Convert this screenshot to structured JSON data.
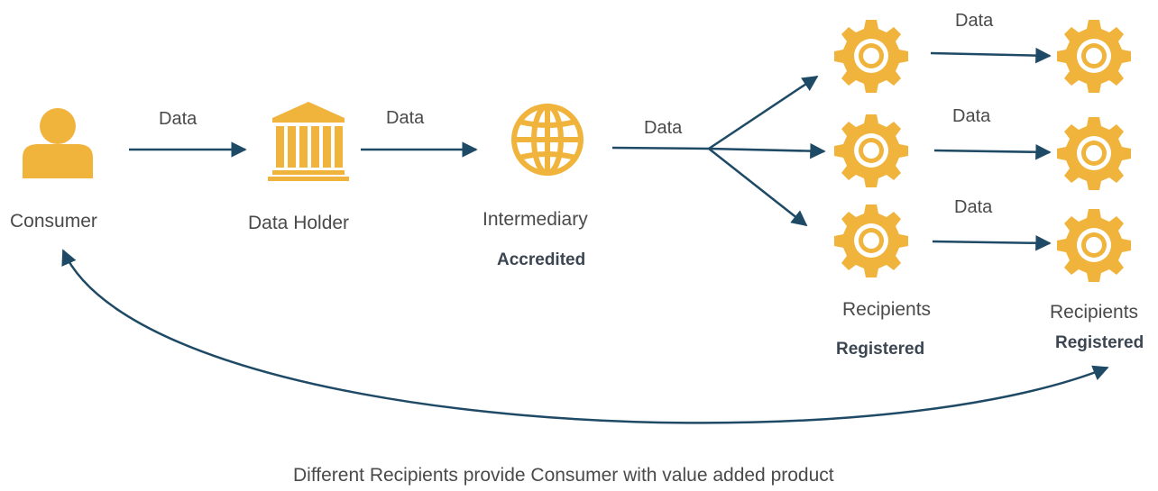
{
  "colors": {
    "icon": "#f0b33c",
    "arrow": "#1e4a66",
    "text": "#4a4a4a"
  },
  "nodes": {
    "consumer": {
      "label": "Consumer",
      "icon": "person-icon"
    },
    "holder": {
      "label": "Data Holder",
      "icon": "bank-icon"
    },
    "intermediary": {
      "label": "Intermediary",
      "sublabel": "Accredited",
      "icon": "globe-icon"
    },
    "recipients1": {
      "label": "Recipients",
      "sublabel": "Registered",
      "icon": "gear-icon"
    },
    "recipients2": {
      "label": "Recipients",
      "sublabel": "Registered",
      "icon": "gear-icon"
    }
  },
  "edges": {
    "consumer_to_holder": "Data",
    "holder_to_intermediary": "Data",
    "intermediary_to_recipients": "Data",
    "row1": "Data",
    "row2": "Data",
    "row3": "Data"
  },
  "caption": "Different Recipients provide Consumer with value added product"
}
